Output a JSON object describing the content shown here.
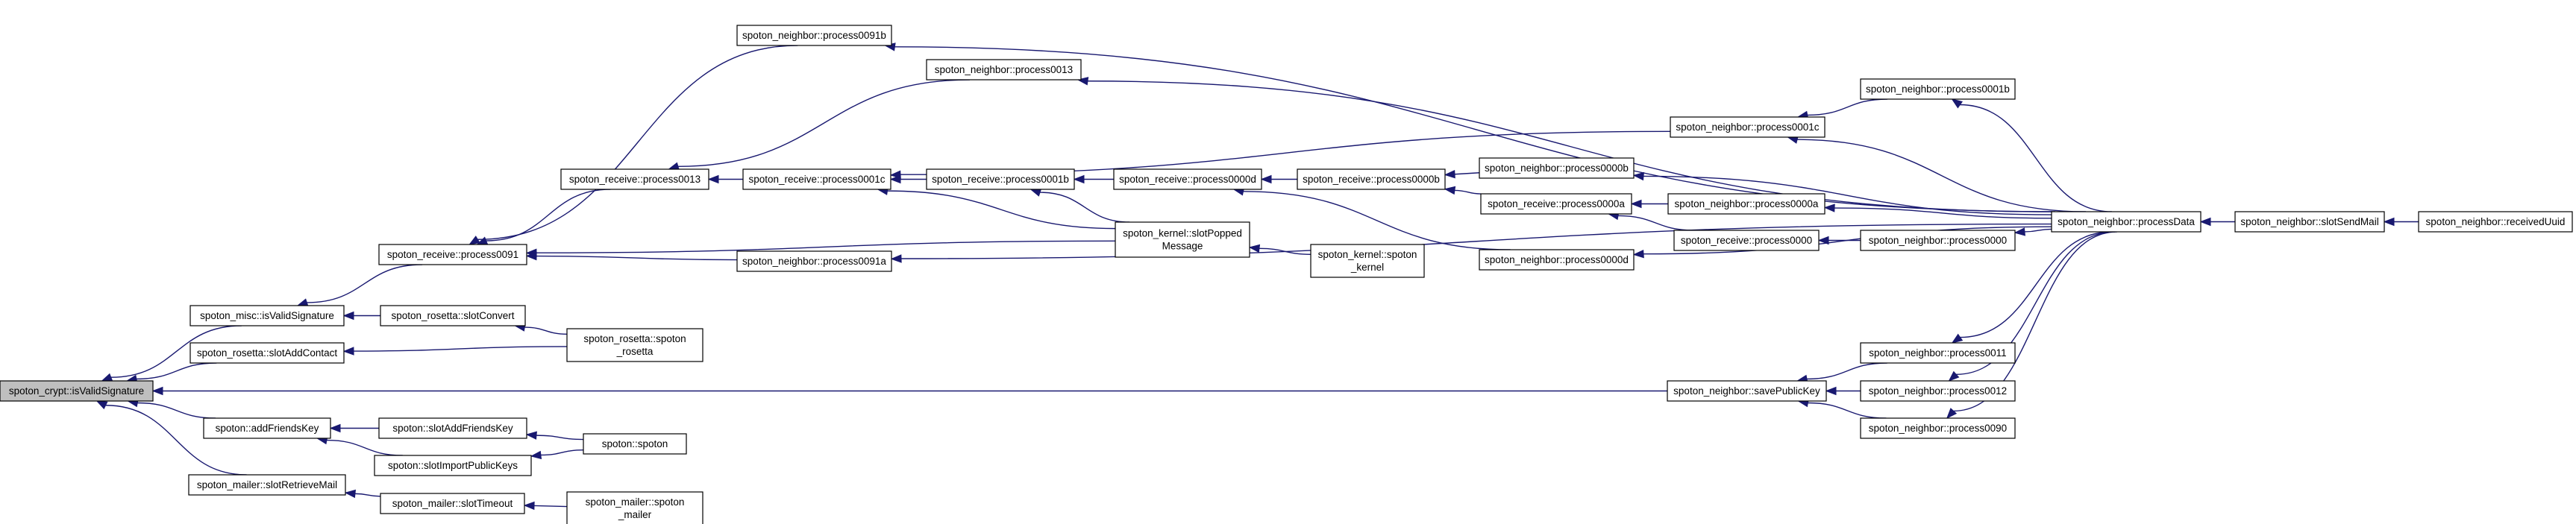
{
  "colors": {
    "edge": "#191970",
    "node_fill": "#ffffff",
    "root_fill": "#bfbfbf",
    "border": "#000000"
  },
  "nodes": [
    {
      "id": "isValidSignature_crypt",
      "lines": [
        "spoton_crypt::isValidSignature"
      ],
      "root": true
    },
    {
      "id": "misc_isValidSignature",
      "lines": [
        "spoton_misc::isValidSignature"
      ]
    },
    {
      "id": "rosetta_slotAddContact",
      "lines": [
        "spoton_rosetta::slotAddContact"
      ]
    },
    {
      "id": "addFriendsKey",
      "lines": [
        "spoton::addFriendsKey"
      ]
    },
    {
      "id": "mailer_slotRetrieveMail",
      "lines": [
        "spoton_mailer::slotRetrieveMail"
      ]
    },
    {
      "id": "receive_process0091",
      "lines": [
        "spoton_receive::process0091"
      ]
    },
    {
      "id": "rosetta_slotConvert",
      "lines": [
        "spoton_rosetta::slotConvert"
      ]
    },
    {
      "id": "slotAddFriendsKey",
      "lines": [
        "spoton::slotAddFriendsKey"
      ]
    },
    {
      "id": "slotImportPublicKeys",
      "lines": [
        "spoton::slotImportPublicKeys"
      ]
    },
    {
      "id": "mailer_slotTimeout",
      "lines": [
        "spoton_mailer::slotTimeout"
      ]
    },
    {
      "id": "neighbor_process0091b",
      "lines": [
        "spoton_neighbor::process0091b"
      ]
    },
    {
      "id": "receive_process0013",
      "lines": [
        "spoton_receive::process0013"
      ]
    },
    {
      "id": "rosetta_spoton_rosetta",
      "lines": [
        "spoton_rosetta::spoton",
        "_rosetta"
      ]
    },
    {
      "id": "spoton_spoton",
      "lines": [
        "spoton::spoton"
      ]
    },
    {
      "id": "mailer_spoton_mailer",
      "lines": [
        "spoton_mailer::spoton",
        "_mailer"
      ]
    },
    {
      "id": "neighbor_process0013",
      "lines": [
        "spoton_neighbor::process0013"
      ]
    },
    {
      "id": "receive_process0001c",
      "lines": [
        "spoton_receive::process0001c"
      ]
    },
    {
      "id": "neighbor_process0091a",
      "lines": [
        "spoton_neighbor::process0091a"
      ]
    },
    {
      "id": "receive_process0001b",
      "lines": [
        "spoton_receive::process0001b"
      ]
    },
    {
      "id": "kernel_slotPoppedMessage",
      "lines": [
        "spoton_kernel::slotPopped",
        "Message"
      ]
    },
    {
      "id": "receive_process0000d",
      "lines": [
        "spoton_receive::process0000d"
      ]
    },
    {
      "id": "kernel_spoton_kernel",
      "lines": [
        "spoton_kernel::spoton",
        "_kernel"
      ]
    },
    {
      "id": "receive_process0000b",
      "lines": [
        "spoton_receive::process0000b"
      ]
    },
    {
      "id": "neighbor_process0001c",
      "lines": [
        "spoton_neighbor::process0001c"
      ]
    },
    {
      "id": "neighbor_process0000b",
      "lines": [
        "spoton_neighbor::process0000b"
      ]
    },
    {
      "id": "receive_process0000a",
      "lines": [
        "spoton_receive::process0000a"
      ]
    },
    {
      "id": "neighbor_process0000d",
      "lines": [
        "spoton_neighbor::process0000d"
      ]
    },
    {
      "id": "neighbor_savePublicKey",
      "lines": [
        "spoton_neighbor::savePublicKey"
      ]
    },
    {
      "id": "neighbor_process0001b",
      "lines": [
        "spoton_neighbor::process0001b"
      ]
    },
    {
      "id": "neighbor_process0000a",
      "lines": [
        "spoton_neighbor::process0000a"
      ]
    },
    {
      "id": "receive_process0000",
      "lines": [
        "spoton_receive::process0000"
      ]
    },
    {
      "id": "neighbor_process0000",
      "lines": [
        "spoton_neighbor::process0000"
      ]
    },
    {
      "id": "neighbor_process0011",
      "lines": [
        "spoton_neighbor::process0011"
      ]
    },
    {
      "id": "neighbor_process0012",
      "lines": [
        "spoton_neighbor::process0012"
      ]
    },
    {
      "id": "neighbor_process0090",
      "lines": [
        "spoton_neighbor::process0090"
      ]
    },
    {
      "id": "neighbor_processData",
      "lines": [
        "spoton_neighbor::processData"
      ]
    },
    {
      "id": "neighbor_slotSendMail",
      "lines": [
        "spoton_neighbor::slotSendMail"
      ]
    },
    {
      "id": "neighbor_receivedUuid",
      "lines": [
        "spoton_neighbor::receivedUuid"
      ]
    }
  ],
  "edges": [
    [
      "misc_isValidSignature",
      "isValidSignature_crypt"
    ],
    [
      "rosetta_slotAddContact",
      "isValidSignature_crypt"
    ],
    [
      "addFriendsKey",
      "isValidSignature_crypt"
    ],
    [
      "mailer_slotRetrieveMail",
      "isValidSignature_crypt"
    ],
    [
      "neighbor_savePublicKey",
      "isValidSignature_crypt"
    ],
    [
      "receive_process0091",
      "misc_isValidSignature"
    ],
    [
      "rosetta_slotConvert",
      "misc_isValidSignature"
    ],
    [
      "rosetta_spoton_rosetta",
      "rosetta_slotAddContact"
    ],
    [
      "slotAddFriendsKey",
      "addFriendsKey"
    ],
    [
      "slotImportPublicKeys",
      "addFriendsKey"
    ],
    [
      "mailer_slotTimeout",
      "mailer_slotRetrieveMail"
    ],
    [
      "neighbor_process0091b",
      "receive_process0091"
    ],
    [
      "receive_process0013",
      "receive_process0091"
    ],
    [
      "kernel_slotPoppedMessage",
      "receive_process0091"
    ],
    [
      "neighbor_process0091a",
      "receive_process0091"
    ],
    [
      "rosetta_spoton_rosetta",
      "rosetta_slotConvert"
    ],
    [
      "spoton_spoton",
      "slotAddFriendsKey"
    ],
    [
      "spoton_spoton",
      "slotImportPublicKeys"
    ],
    [
      "mailer_spoton_mailer",
      "mailer_slotTimeout"
    ],
    [
      "neighbor_process0013",
      "receive_process0013"
    ],
    [
      "receive_process0001c",
      "receive_process0013"
    ],
    [
      "neighbor_process0001c",
      "receive_process0001c"
    ],
    [
      "receive_process0001b",
      "receive_process0001c"
    ],
    [
      "kernel_slotPoppedMessage",
      "receive_process0001c"
    ],
    [
      "receive_process0000d",
      "receive_process0001b"
    ],
    [
      "kernel_slotPoppedMessage",
      "receive_process0001b"
    ],
    [
      "receive_process0000b",
      "receive_process0000d"
    ],
    [
      "kernel_spoton_kernel",
      "kernel_slotPoppedMessage"
    ],
    [
      "neighbor_process0000b",
      "receive_process0000b"
    ],
    [
      "receive_process0000a",
      "receive_process0000b"
    ],
    [
      "neighbor_process0000d",
      "receive_process0000d"
    ],
    [
      "neighbor_process0000a",
      "receive_process0000a"
    ],
    [
      "receive_process0000",
      "receive_process0000a"
    ],
    [
      "neighbor_process0000",
      "receive_process0000"
    ],
    [
      "neighbor_process0001b",
      "neighbor_process0001c"
    ],
    [
      "neighbor_process0011",
      "neighbor_savePublicKey"
    ],
    [
      "neighbor_process0012",
      "neighbor_savePublicKey"
    ],
    [
      "neighbor_process0090",
      "neighbor_savePublicKey"
    ],
    [
      "neighbor_processData",
      "neighbor_process0091b"
    ],
    [
      "neighbor_processData",
      "neighbor_process0013"
    ],
    [
      "neighbor_processData",
      "neighbor_process0001b"
    ],
    [
      "neighbor_processData",
      "neighbor_process0001c"
    ],
    [
      "neighbor_processData",
      "neighbor_process0000b"
    ],
    [
      "neighbor_processData",
      "neighbor_process0000a"
    ],
    [
      "neighbor_processData",
      "neighbor_process0000"
    ],
    [
      "neighbor_processData",
      "neighbor_process0000d"
    ],
    [
      "neighbor_processData",
      "neighbor_process0091a"
    ],
    [
      "neighbor_processData",
      "neighbor_process0011"
    ],
    [
      "neighbor_processData",
      "neighbor_process0012"
    ],
    [
      "neighbor_processData",
      "neighbor_process0090"
    ],
    [
      "neighbor_slotSendMail",
      "neighbor_processData"
    ],
    [
      "neighbor_receivedUuid",
      "neighbor_slotSendMail"
    ]
  ]
}
